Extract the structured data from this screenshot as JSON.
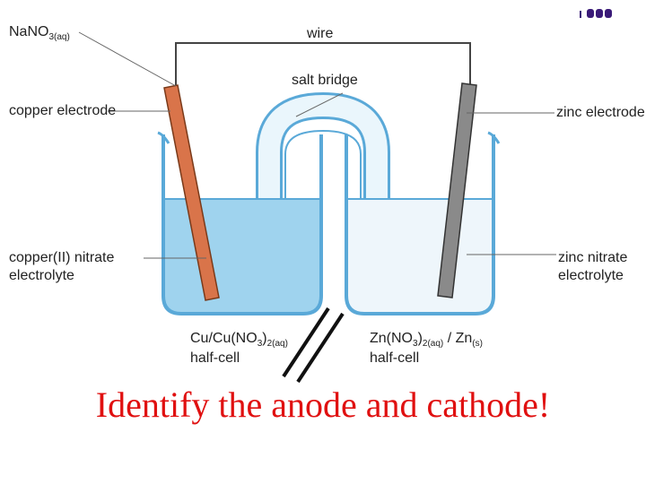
{
  "labels": {
    "nano3": "NaNO",
    "nano3_sub": "3(aq)",
    "wire": "wire",
    "salt_bridge": "salt bridge",
    "copper_electrode": "copper electrode",
    "zinc_electrode": "zinc electrode",
    "copper_nitrate_line1": "copper(II) nitrate",
    "copper_nitrate_line2": "electrolyte",
    "zinc_nitrate_line1": "zinc nitrate",
    "zinc_nitrate_line2": "electrolyte",
    "left_halfcell_a": "Cu/Cu(NO",
    "left_halfcell_sub": "3",
    "left_halfcell_b": ")",
    "left_halfcell_sub2": "2(aq)",
    "left_halfcell_line2": "half-cell",
    "right_halfcell_a": "Zn(NO",
    "right_halfcell_sub": "3",
    "right_halfcell_b": ")",
    "right_halfcell_sub2": "2(aq)",
    "right_halfcell_c": " / Zn",
    "right_halfcell_sub3": "(s)",
    "right_halfcell_line2": "half-cell"
  },
  "prompt": "Identify the anode and cathode!",
  "colors": {
    "solution": "#9fd3ee",
    "glass": "#5aa9d8",
    "copper": "#d9744a",
    "zinc": "#8a8a8a",
    "prompt": "#e01010",
    "accent": "#3a1a78"
  }
}
